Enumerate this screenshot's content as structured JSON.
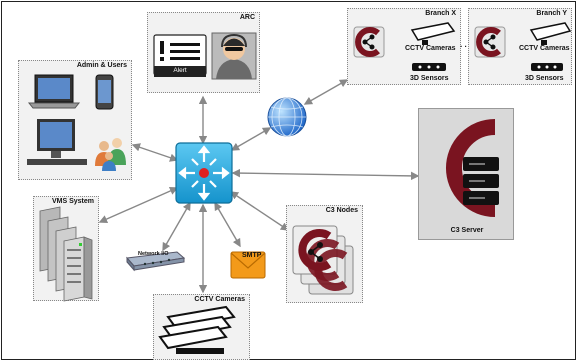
{
  "panels": {
    "arc": {
      "title": "ARC",
      "alert_label": "Alert"
    },
    "admin": {
      "title": "Admin & Users"
    },
    "branch_x": {
      "title": "Branch X",
      "cameras": "CCTV Cameras",
      "sensors": "3D Sensors"
    },
    "branch_y": {
      "title": "Branch Y",
      "cameras": "CCTV Cameras",
      "sensors": "3D Sensors"
    },
    "vms": {
      "title": "VMS System"
    },
    "c3_nodes": {
      "title": "C3 Nodes"
    },
    "cctv": {
      "title": "CCTV Cameras"
    },
    "c3_server": {
      "title": "C3 Server"
    }
  },
  "labels": {
    "network_io": "Network I/O",
    "smtp": "SMTP",
    "ellipsis": ". ."
  },
  "colors": {
    "switch": "#1aa3d9",
    "brand_red": "#7a1420",
    "server_bg": "#d9d9d9",
    "panel_bg": "#f2f2f2",
    "connector": "#888888"
  }
}
